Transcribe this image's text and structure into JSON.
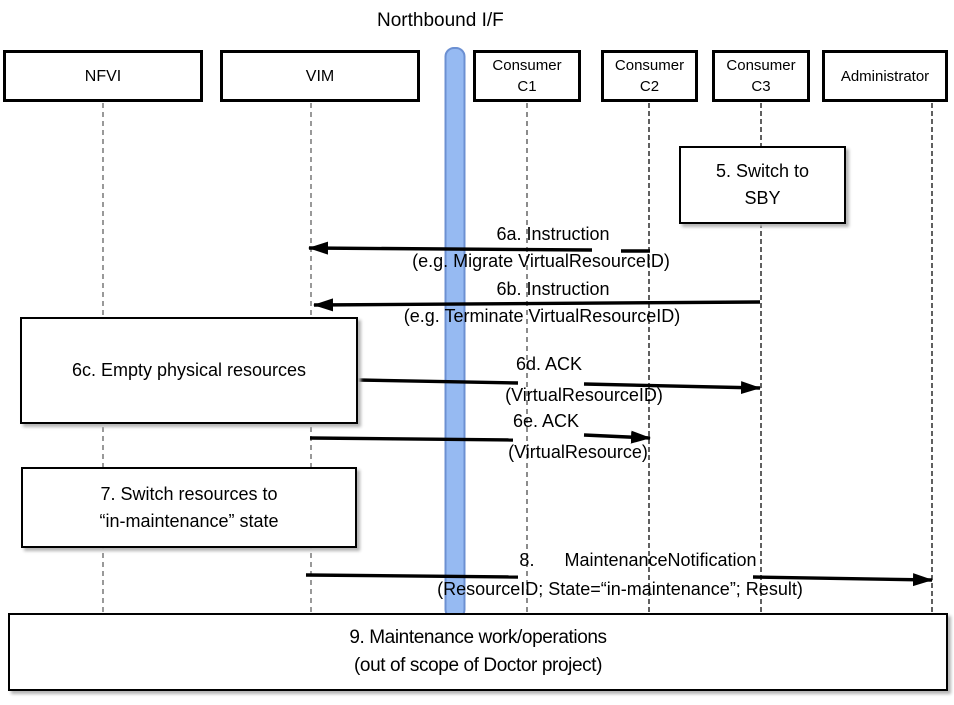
{
  "title": "Northbound I/F",
  "colors": {
    "bar_fill": "#96BAF2",
    "bar_border": "#6C90D2",
    "arrow": "#000000",
    "lifeline_light": "#6e6e6e",
    "lifeline_dark": "#2b2b2b"
  },
  "actors": [
    {
      "id": "nfvi",
      "lines": [
        "NFVI"
      ]
    },
    {
      "id": "vim",
      "lines": [
        "VIM"
      ]
    },
    {
      "id": "consumer-c1",
      "lines": [
        "Consumer",
        "C1"
      ]
    },
    {
      "id": "consumer-c2",
      "lines": [
        "Consumer",
        "C2"
      ]
    },
    {
      "id": "consumer-c3",
      "lines": [
        "Consumer",
        "C3"
      ]
    },
    {
      "id": "administrator",
      "lines": [
        "Administrator"
      ]
    }
  ],
  "activities": [
    {
      "id": "5",
      "lines": [
        "5. Switch to",
        "SBY"
      ]
    },
    {
      "id": "6c",
      "lines": [
        "6c. Empty physical resources"
      ]
    },
    {
      "id": "7",
      "lines": [
        "7. Switch resources to",
        "“in-maintenance” state"
      ]
    },
    {
      "id": "9",
      "lines": [
        "9. Maintenance work/operations",
        "(out of scope of Doctor project)"
      ]
    }
  ],
  "messages": [
    {
      "id": "6a",
      "name": "6a. Instruction",
      "detail": "(e.g. Migrate VirtualResourceID)"
    },
    {
      "id": "6b",
      "name": "6b. Instruction",
      "detail": "(e.g. Terminate VirtualResourceID)"
    },
    {
      "id": "6d",
      "name": "6d. ACK",
      "detail": "(VirtualResourceID)"
    },
    {
      "id": "6e",
      "name": "6e. ACK",
      "detail": "(VirtualResource)"
    },
    {
      "id": "8",
      "name": "8.      MaintenanceNotification",
      "detail": "(ResourceID; State=“in-maintenance”; Result)"
    }
  ]
}
